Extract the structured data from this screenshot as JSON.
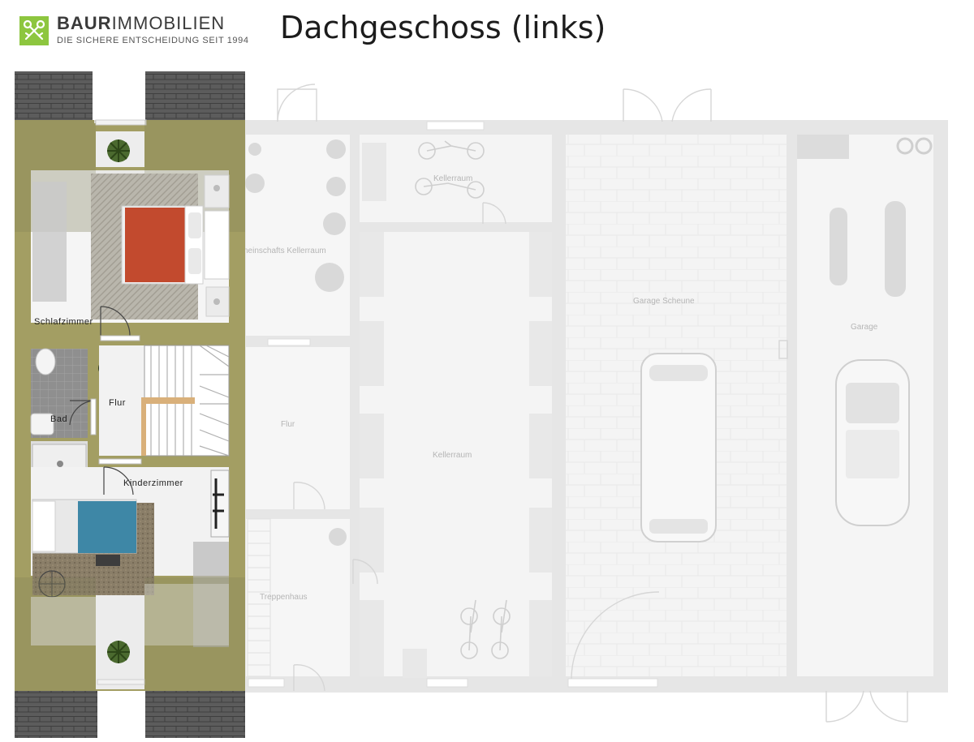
{
  "header": {
    "brand_bold": "BAUR",
    "brand_light": "IMMOBILIEN",
    "tagline": "DIE SICHERE ENTSCHEIDUNG SEIT 1994",
    "title": "Dachgeschoss (links)"
  },
  "rooms_active": {
    "schlafzimmer": "Schlafzimmer",
    "flur": "Flur",
    "bad": "Bad",
    "kinderzimmer": "Kinderzimmer"
  },
  "rooms_faded": {
    "gemeinschafts": "neinschafts Kellerraum",
    "kellerraum_top": "Kellerraum",
    "flur": "Flur",
    "kellerraum": "Kellerraum",
    "treppenhaus": "Treppenhaus",
    "garage_scheune": "Garage Scheune",
    "garage": "Garage"
  },
  "colors": {
    "wall_active": "#a39e63",
    "roof": "#5a5a5a",
    "floor_light": "#f2f2f2",
    "bed_red": "#c24a2e",
    "bed_blue": "#3e87a6",
    "faded": "#e6e6e6"
  },
  "icons": [
    "logo-keys-icon",
    "plant-icon",
    "bed-icon",
    "toilet-icon",
    "sink-icon",
    "shower-icon",
    "stairs-icon",
    "car-icon",
    "motorcycle-icon",
    "bicycle-icon",
    "tyres-icon",
    "door-icon"
  ]
}
